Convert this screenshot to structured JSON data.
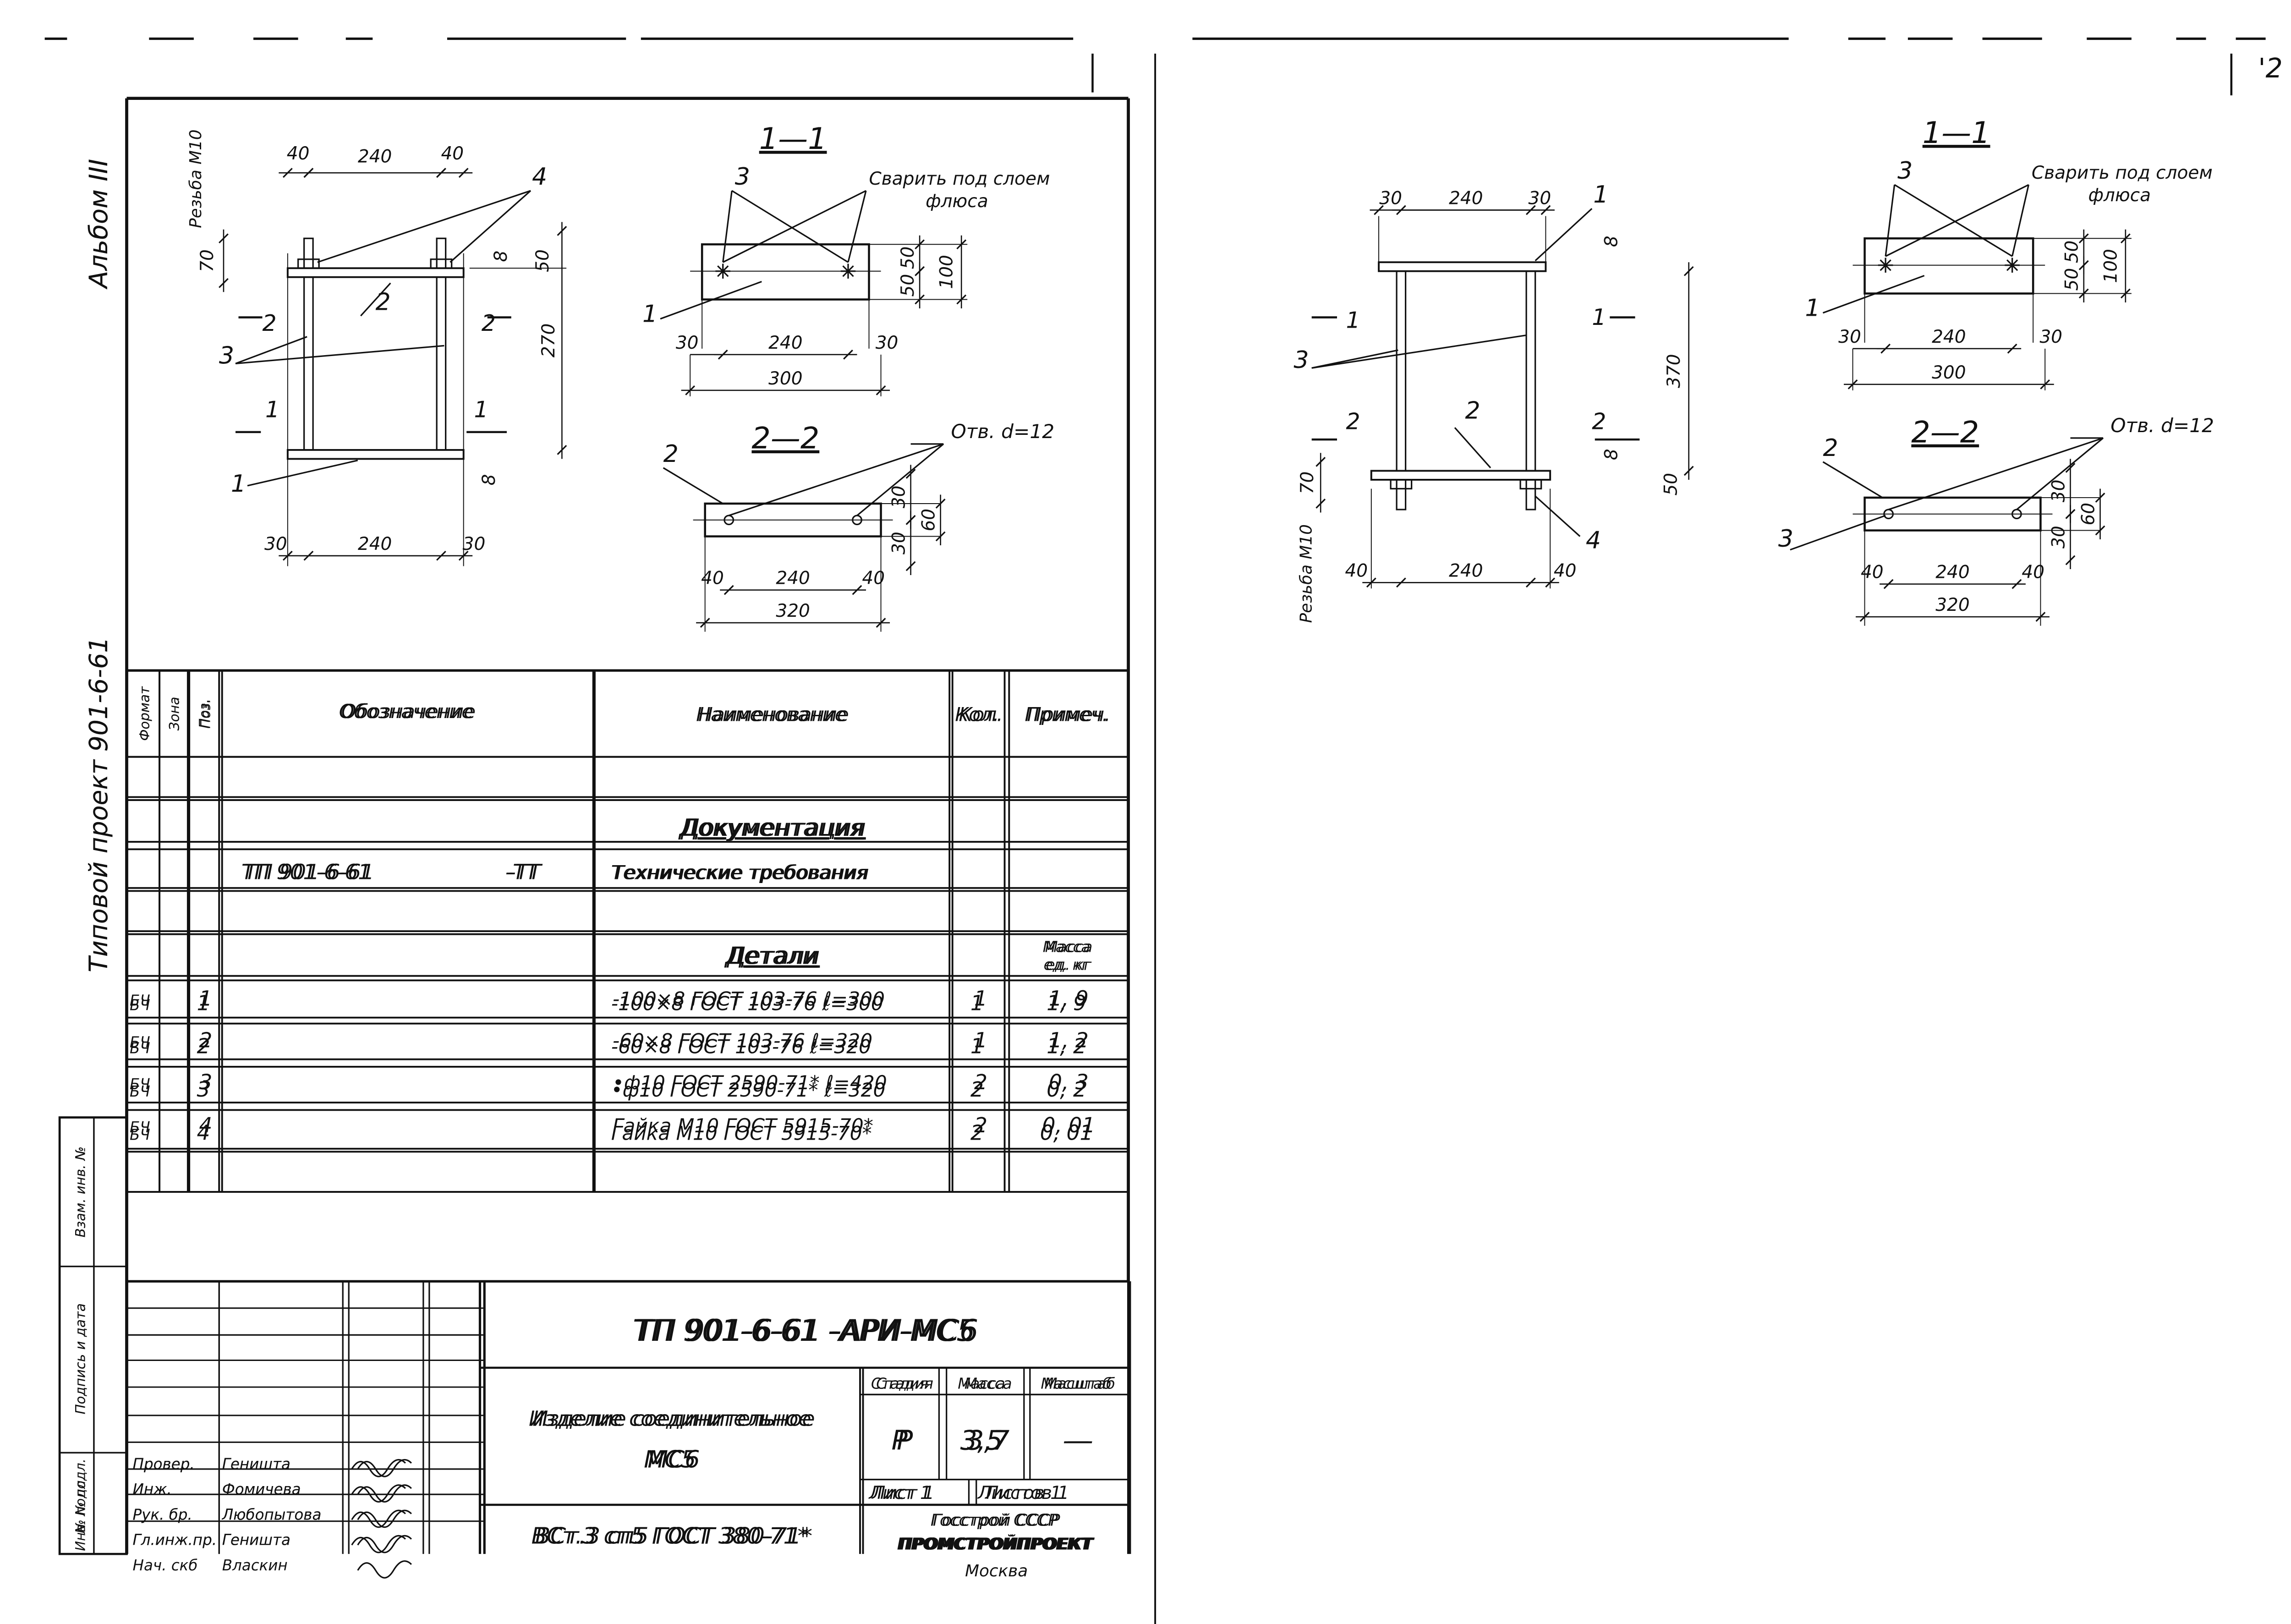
{
  "page_number": "'2",
  "sheets": [
    {
      "id": "mc5",
      "margin": {
        "album": "Альбом III",
        "project": "Типовой проект 901-6-61"
      },
      "side_stamp": {
        "c1": "Взам. инв. №",
        "c2": "Подпись и дата",
        "c3": "№ подл."
      },
      "section_1": "1—1",
      "section_2": "2—2",
      "weld_note_1": "Сварить под слоем",
      "weld_note_2": "флюса",
      "hole_note": "Отв. d=12",
      "thread_note": "Резьба М10",
      "pos_labels": [
        "1",
        "2",
        "3",
        "4"
      ],
      "section_marks": [
        "1",
        "2"
      ],
      "dims": {
        "top_40a": "40",
        "top_240": "240",
        "top_40b": "40",
        "top_70": "70",
        "top_8": "8",
        "top_50": "50",
        "top_270": "270",
        "bot_8": "8",
        "bot_30a": "30",
        "bot_240": "240",
        "bot_30b": "30",
        "s1_50a": "50",
        "s1_50b": "50",
        "s1_100": "100",
        "s1_30a": "30",
        "s1_240": "240",
        "s1_30b": "30",
        "s1_300": "300",
        "s2_30a": "30",
        "s2_30b": "30",
        "s2_60": "60",
        "s2_40a": "40",
        "s2_240": "240",
        "s2_40b": "40",
        "s2_320": "320"
      },
      "table": {
        "headers": {
          "format": "Формат",
          "zone": "Зона",
          "pos": "Поз.",
          "designation": "Обозначение",
          "name": "Наименование",
          "qty": "Кол.",
          "note": "Примеч."
        },
        "section_docs": "Документация",
        "doc_designation": "ТП 901-6-61",
        "doc_suffix": "-ТТ",
        "doc_name": "Технические требования",
        "section_parts": "Детали",
        "mass_header_1": "Масса",
        "mass_header_2": "ед. кг",
        "rows": [
          {
            "format": "БЧ",
            "pos": "1",
            "name": "-100×8  ГОСТ 103-76   ℓ=300",
            "qty": "1",
            "note": "1, 9"
          },
          {
            "format": "БЧ",
            "pos": "2",
            "name": "-60×8  ГОСТ 103-76   ℓ=320",
            "qty": "1",
            "note": "1, 2"
          },
          {
            "format": "БЧ",
            "pos": "3",
            "name": "•ф10  ГОСТ 2590-71*  ℓ=320",
            "qty": "2",
            "note": "0, 2"
          },
          {
            "format": "БЧ",
            "pos": "4",
            "name": "Гайка М10  ГОСТ 5915-70*",
            "qty": "2",
            "note": "0, 01"
          }
        ]
      },
      "title_block": {
        "code": "ТП 901-6-61   -АРИ-МС5",
        "product_1": "Изделие соединительное",
        "product_2": "МС5",
        "stage_header": "Стадия",
        "mass_header": "Масса",
        "scale_header": "Масштаб",
        "stage": "Р",
        "mass": "3,5",
        "scale": "—",
        "sheet": "Лист 1",
        "sheets": "Листов 1",
        "material": "ВСт.3 сп5  ГОСТ 380-71*",
        "org_1": "Госстрой СССР",
        "org_2": "ПРОМСТРОЙПРОЕКТ",
        "org_3": "",
        "staff": [
          {
            "role": "Провер.",
            "name": "Геништа"
          },
          {
            "role": "Инж.",
            "name": "Фомичева"
          },
          {
            "role": "Рук. бр.",
            "name": "Любопытова"
          },
          {
            "role": "Гл.инж.пр.",
            "name": "Геништа"
          }
        ]
      }
    },
    {
      "id": "mc6",
      "margin": {
        "album": "Альбом III",
        "project": "Типовой проект 901-6-61"
      },
      "side_stamp": {
        "c1": "Взам. инв. №",
        "c2": "Подпись и дата",
        "c3": "Инв. № подл."
      },
      "section_1": "1—1",
      "section_2": "2—2",
      "weld_note_1": "Сварить под слоем",
      "weld_note_2": "флюса",
      "hole_note": "Отв. d=12",
      "thread_note": "Резьба М10",
      "pos_labels": [
        "1",
        "2",
        "3",
        "4"
      ],
      "section_marks": [
        "1",
        "2"
      ],
      "dims": {
        "top_30a": "30",
        "top_240": "240",
        "top_30b": "30",
        "top_8": "8",
        "top_370": "370",
        "bot_8": "8",
        "top_50": "50",
        "top_70": "70",
        "bot_40a": "40",
        "bot_240": "240",
        "bot_40b": "40",
        "s1_50a": "50",
        "s1_50b": "50",
        "s1_100": "100",
        "s1_30a": "30",
        "s1_240": "240",
        "s1_30b": "30",
        "s1_300": "300",
        "s2_30a": "30",
        "s2_30b": "30",
        "s2_60": "60",
        "s2_40a": "40",
        "s2_240": "240",
        "s2_40b": "40",
        "s2_320": "320"
      },
      "table": {
        "headers": {
          "format": "Формат",
          "zone": "Зона",
          "pos": "Поз.",
          "designation": "Обозначение",
          "name": "Наименование",
          "qty": "Кол.",
          "note": "Примеч."
        },
        "section_docs": "Документация",
        "doc_designation": "ТП 901-6-61",
        "doc_suffix": "-ТТ",
        "doc_name": "Технические требования",
        "section_parts": "Детали",
        "mass_header_1": "Масса",
        "mass_header_2": "ед. кг",
        "rows": [
          {
            "format": "БЧ",
            "pos": "1",
            "name": "-100×8  ГОСТ 103-76   ℓ=300",
            "qty": "1",
            "note": "1, 9"
          },
          {
            "format": "БЧ",
            "pos": "2",
            "name": "-60×8  ГОСТ 103-76   ℓ=320",
            "qty": "1",
            "note": "1, 2"
          },
          {
            "format": "БЧ",
            "pos": "3",
            "name": "•ф10  ГОСТ 2590-71*  ℓ=420",
            "qty": "2",
            "note": "0, 3"
          },
          {
            "format": "БЧ",
            "pos": "4",
            "name": "Гайка М10  ГОСТ 5915-70*",
            "qty": "2",
            "note": "0, 01"
          }
        ]
      },
      "title_block": {
        "code": "ТП 901-6-61   -АРИ-МС6",
        "product_1": "Изделие соединительное",
        "product_2": "МС6",
        "stage_header": "Стадия",
        "mass_header": "Масса",
        "scale_header": "Масштаб",
        "stage": "Р",
        "mass": "3,7",
        "scale": "—",
        "sheet": "Лист 1",
        "sheets": "Листов 1",
        "material": "ВСт.3 сп5  ГОСТ 380-71*",
        "org_1": "Госстрой СССР",
        "org_2": "ПРОМСТРОЙПРОЕКТ",
        "org_3": "Москва",
        "staff": [
          {
            "role": "Провер.",
            "name": "Геништа"
          },
          {
            "role": "Инж.",
            "name": "Фомичева"
          },
          {
            "role": "Рук. бр.",
            "name": "Любопытова"
          },
          {
            "role": "Гл.инж.пр.",
            "name": "Геништа"
          },
          {
            "role": "Нач. скб",
            "name": "Власкин"
          }
        ]
      }
    }
  ]
}
